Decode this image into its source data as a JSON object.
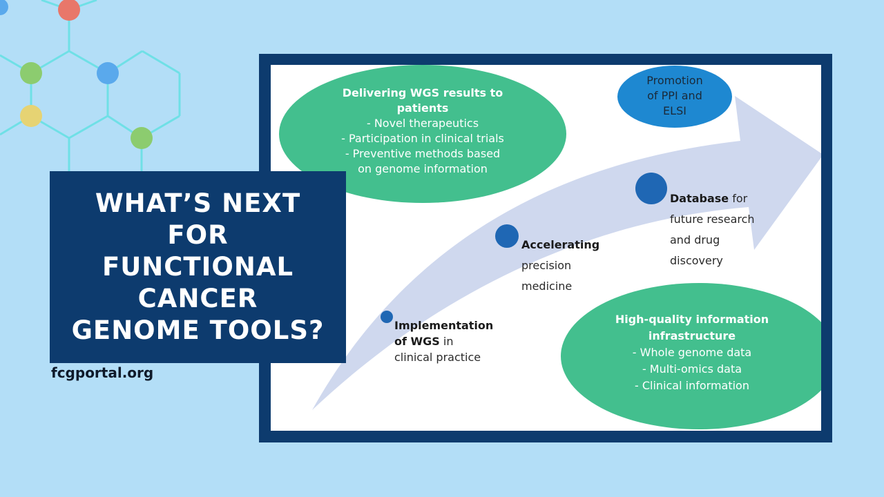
{
  "title": {
    "lines": [
      "WHAT’S NEXT",
      "FOR",
      "FUNCTIONAL",
      "CANCER",
      "GENOME TOOLS?"
    ]
  },
  "site": "fcgportal.org",
  "diagram": {
    "delivering": {
      "heading_lines": [
        "Delivering WGS results to",
        "patients"
      ],
      "items": [
        "- Novel therapeutics",
        "- Participation in clinical trials",
        "- Preventive methods based",
        "on genome information"
      ]
    },
    "promotion": {
      "lines": [
        "Promotion",
        "of PPI and",
        "ELSI"
      ]
    },
    "steps": {
      "implementation": {
        "bold1": "Implementation",
        "bold2": "of WGS",
        "rest2": " in",
        "line3": "clinical practice"
      },
      "accelerating": {
        "bold": "Accelerating",
        "line2": "precision",
        "line3": "medicine"
      },
      "database": {
        "bold": "Database",
        "rest": " for",
        "line2": "future research",
        "line3": "and drug",
        "line4": "discovery"
      }
    },
    "infrastructure": {
      "heading_lines": [
        "High-quality information",
        "infrastructure"
      ],
      "items": [
        "-   Whole genome data",
        "-   Multi-omics data",
        "-   Clinical information"
      ]
    },
    "colors": {
      "ellipse_green": "#43bf8e",
      "promo_blue": "#1e88d1",
      "dot_blue": "#1f67b4",
      "arrow": "#cfd8ee",
      "frame": "#0d3b6e",
      "background": "#b3def7"
    },
    "icon": "molecule-network-icon"
  }
}
